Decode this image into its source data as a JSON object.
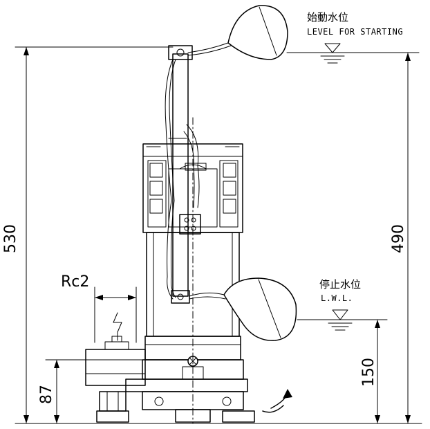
{
  "labels": {
    "start_level_jp": "始動水位",
    "start_level_en": "LEVEL FOR STARTING",
    "stop_level_jp": "停止水位",
    "stop_level_en": "L.W.L.",
    "outlet": "Rc2"
  },
  "dimensions": {
    "total_height": "530",
    "start_level_height": "490",
    "stop_level_height": "150",
    "outlet_height": "87"
  }
}
